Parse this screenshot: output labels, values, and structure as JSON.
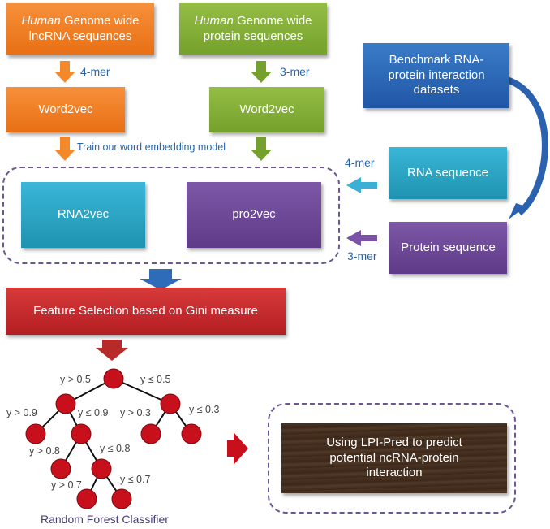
{
  "boxes": {
    "lncrna_seq": {
      "italic": "Human",
      "line1_rest": " Genome wide",
      "line2": "lncRNA sequences"
    },
    "protein_seq_src": {
      "italic": "Human",
      "line1_rest": " Genome wide",
      "line2": "protein sequences"
    },
    "word2vec_left": "Word2vec",
    "word2vec_right": "Word2vec",
    "benchmark": [
      "Benchmark RNA-",
      "protein interaction",
      "datasets"
    ],
    "rna_sequence": "RNA sequence",
    "protein_sequence": "Protein sequence",
    "rna2vec": "RNA2vec",
    "pro2vec": "pro2vec",
    "feature_selection": "Feature Selection based on Gini measure",
    "lpi_pred": [
      "Using LPI-Pred to predict",
      "potential ncRNA-protein",
      "interaction"
    ]
  },
  "labels": {
    "kmer4_top": "4-mer",
    "kmer3_top": "3-mer",
    "train": "Train our word embedding model",
    "kmer4_right": "4-mer",
    "kmer3_right": "3-mer",
    "rf_caption": "Random Forest Classifier"
  },
  "tree": {
    "edges": [
      "y > 0.5",
      "y ≤ 0.5",
      "y > 0.9",
      "y ≤ 0.9",
      "y > 0.3",
      "y ≤ 0.3",
      "y > 0.8",
      "y ≤ 0.8",
      "y > 0.7",
      "y ≤  0.7"
    ]
  },
  "colors": {
    "orange": "#f07f23",
    "green": "#84ae38",
    "blue": "#2c6ab8",
    "cyan": "#2aa6c6",
    "purple": "#6e4a98",
    "red": "#c62a2c",
    "node": "#c8101c",
    "label_blue": "#2a64a8"
  }
}
